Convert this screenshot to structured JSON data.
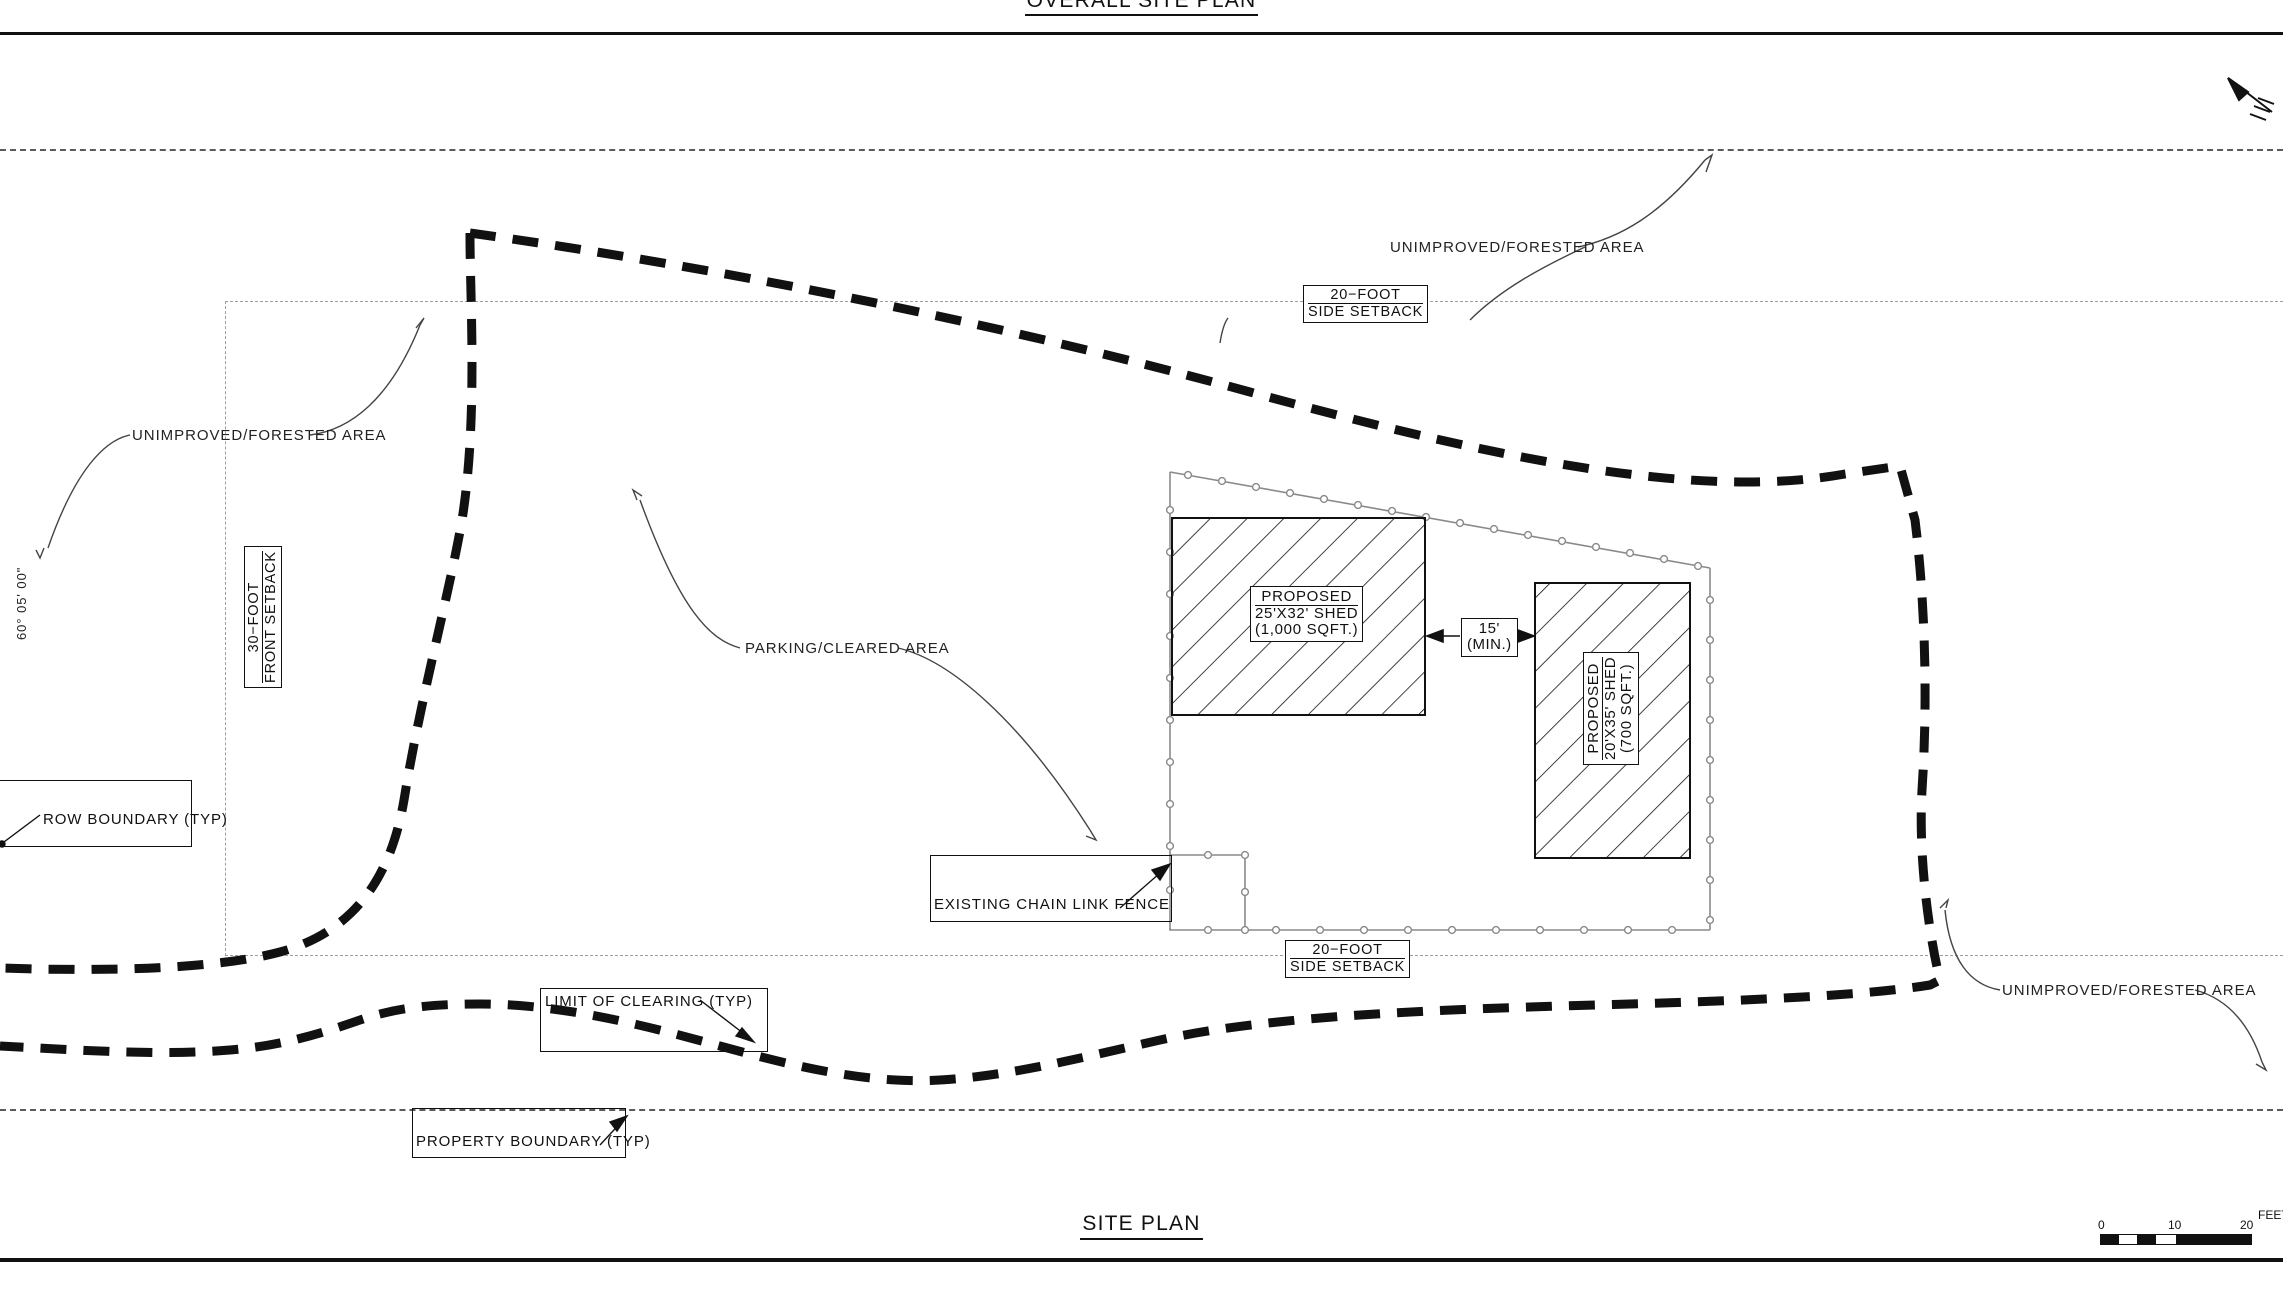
{
  "sheet": {
    "top_title": "OVERALL SITE PLAN",
    "bottom_title": "SITE PLAN"
  },
  "north_arrow": {
    "name": "north-arrow"
  },
  "scale": {
    "ticks": [
      "0",
      "10",
      "20"
    ],
    "unit": "FEET"
  },
  "tags": {
    "side_setback_top": {
      "line1": "20−FOOT",
      "line2": "SIDE SETBACK"
    },
    "side_setback_bottom": {
      "line1": "20−FOOT",
      "line2": "SIDE SETBACK"
    },
    "front_setback": {
      "line1": "30−FOOT",
      "line2": "FRONT SETBACK"
    }
  },
  "structures": {
    "shed_a": {
      "line1": "PROPOSED",
      "line2": "25'X32' SHED",
      "line3": "(1,000 SQFT.)"
    },
    "shed_b": {
      "line1": "PROPOSED",
      "line2": "20'X35' SHED",
      "line3": "(700 SQFT.)"
    },
    "separation": {
      "line1": "15'",
      "line2": "(MIN.)"
    }
  },
  "annotations": {
    "forested_left": "UNIMPROVED/FORESTED  AREA",
    "forested_top": "UNIMPROVED/FORESTED  AREA",
    "forested_right": "UNIMPROVED/FORESTED  AREA",
    "parking": "PARKING/CLEARED  AREA",
    "row_boundary": "ROW BOUNDARY  (TYP)",
    "chain_link_fence": "EXISTING  CHAIN  LINK  FENCE",
    "limit_of_clearing": "LIMIT OF CLEARING  (TYP)",
    "property_boundary": "PROPERTY BOUNDARY  (TYP)",
    "bearing_left": "60° 05' 00\""
  },
  "colors": {
    "ink": "#111111",
    "boundary": "#5b5b5b",
    "setback": "#9e9e9e",
    "fence": "#8a8a8a"
  },
  "chart_data": {
    "type": "table",
    "title": "SITE PLAN",
    "note": "Architectural site plan: property boundaries, setbacks, clearing limit, chain link fence, two proposed sheds."
  }
}
